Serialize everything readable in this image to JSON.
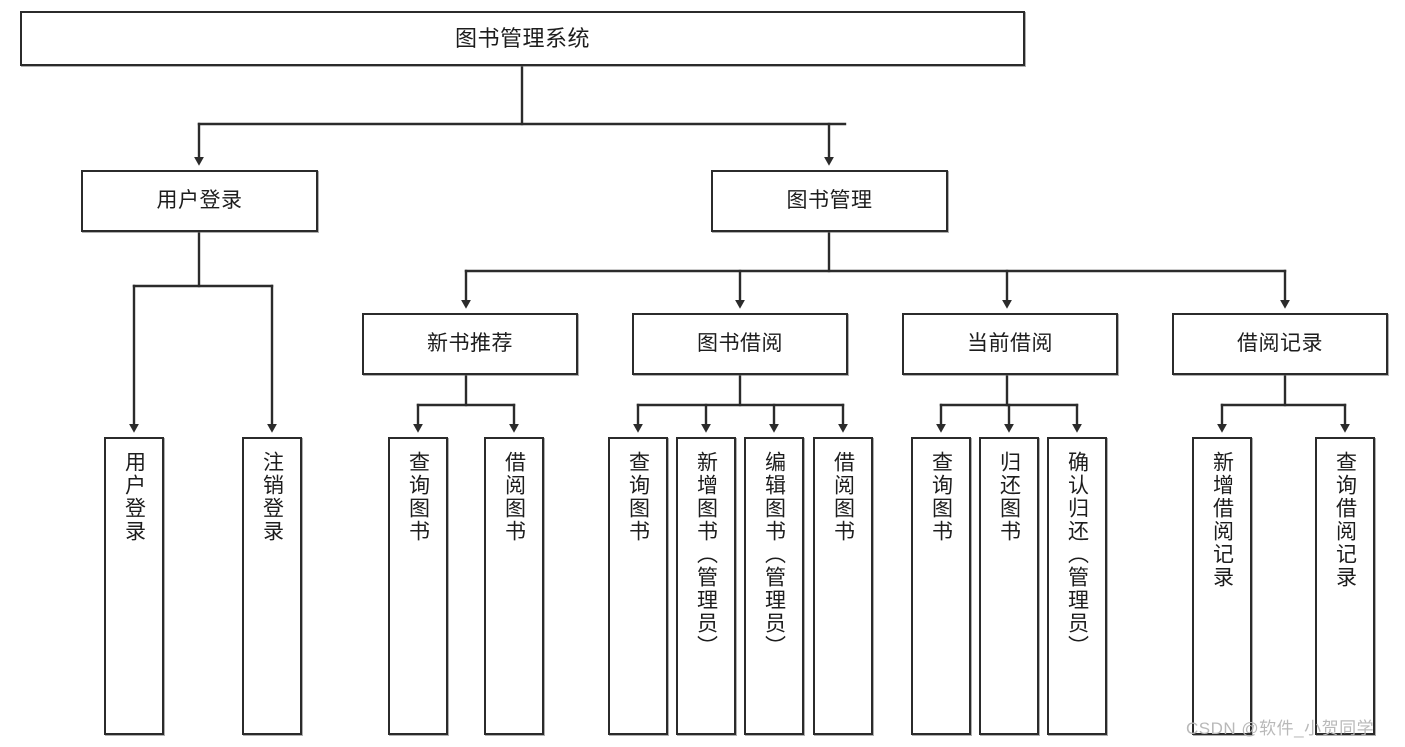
{
  "diagram": {
    "title": "图书管理系统",
    "type": "tree-hierarchy-diagram",
    "colors": {
      "box_border": "#2b2b2b",
      "box_fill": "#ffffff",
      "connector": "#2b2b2b",
      "text": "#1d1d1d",
      "watermark": "#b9b9b9",
      "background": "#ffffff"
    },
    "watermark": "CSDN @软件_小贺同学"
  },
  "nodes": {
    "root": {
      "label": "图书管理系统"
    },
    "level2": [
      {
        "label": "用户登录"
      },
      {
        "label": "图书管理"
      }
    ],
    "level3": [
      {
        "label": "新书推荐"
      },
      {
        "label": "图书借阅"
      },
      {
        "label": "当前借阅"
      },
      {
        "label": "借阅记录"
      }
    ],
    "leaves": {
      "user_login": [
        {
          "label": "用户登录"
        },
        {
          "label": "注销登录"
        }
      ],
      "new_book_recommend": [
        {
          "label": "查询图书"
        },
        {
          "label": "借阅图书"
        }
      ],
      "book_borrow": [
        {
          "label": "查询图书"
        },
        {
          "label": "新增图书（管理员）"
        },
        {
          "label": "编辑图书（管理员）"
        },
        {
          "label": "借阅图书"
        }
      ],
      "current_borrow": [
        {
          "label": "查询图书"
        },
        {
          "label": "归还图书"
        },
        {
          "label": "确认归还（管理员）"
        }
      ],
      "borrow_record": [
        {
          "label": "新增借阅记录"
        },
        {
          "label": "查询借阅记录"
        }
      ]
    }
  }
}
